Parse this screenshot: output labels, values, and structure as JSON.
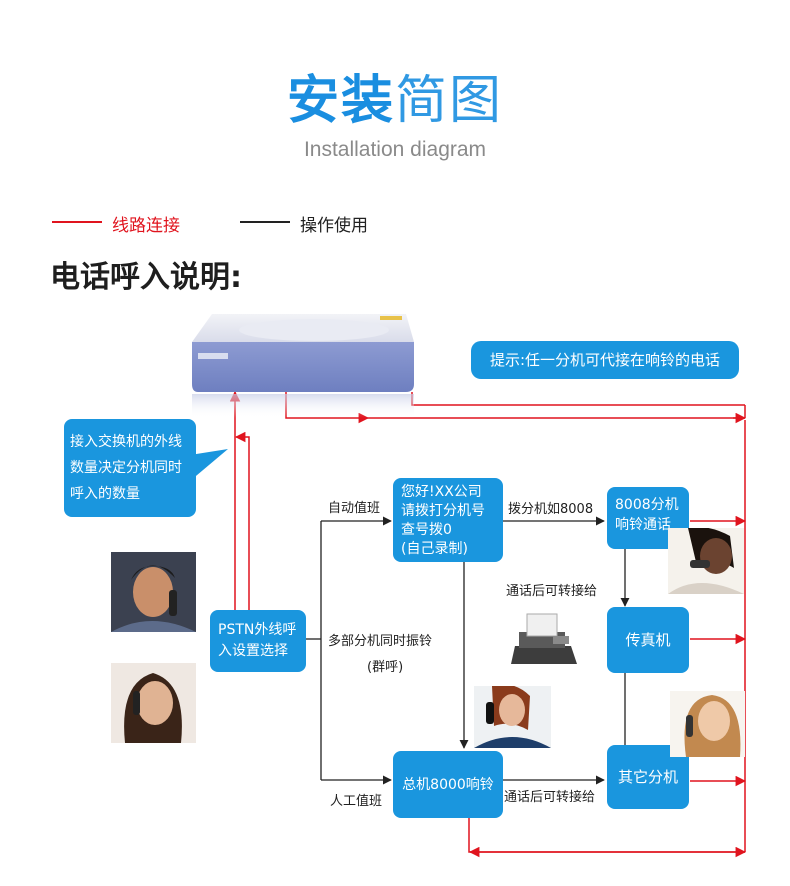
{
  "header": {
    "title_bold": "安装",
    "title_light": "简图",
    "subtitle": "Installation diagram"
  },
  "legend": {
    "red_label": "线路连接",
    "black_label": "操作使用",
    "red_color": "#e0141e",
    "black_color": "#222222"
  },
  "section_heading": "电话呼入说明:",
  "device": {
    "front_label": "▯▯▯▯▯▯"
  },
  "boxes": {
    "tip": "提示:任一分机可代接在响铃的电话",
    "trunk_note": [
      "接入交换机的外线",
      "数量决定分机同时",
      "呼入的数量"
    ],
    "pstn": [
      "PSTN外线呼",
      "入设置选择"
    ],
    "greeting": [
      "您好!XX公司",
      "请拨打分机号",
      "查号拨0",
      "(自己录制)"
    ],
    "ext_8008": [
      "8008分机",
      "响铃通话"
    ],
    "fax": "传真机",
    "operator": "总机8000响铃",
    "other_ext": "其它分机"
  },
  "labels": {
    "auto_attendant": "自动值班",
    "dial_ext": "拨分机如8008",
    "transfer_top": "通话后可转接给",
    "multi_ring": "多部分机同时振铃",
    "group_call": "(群呼)",
    "manual": "人工值班",
    "transfer_bottom": "通话后可转接给"
  },
  "colors": {
    "brand_blue": "#1a96de",
    "title_blue": "#1a8ee0",
    "line_red": "#e0141e"
  },
  "icons": {
    "person_man": "man-on-phone",
    "person_woman": "woman-on-phone",
    "person_receptionist": "receptionist-on-phone",
    "person_woman_smiling": "smiling-woman-on-phone",
    "person_woman_laughing": "laughing-woman-on-phone",
    "fax_machine": "fax-machine"
  }
}
